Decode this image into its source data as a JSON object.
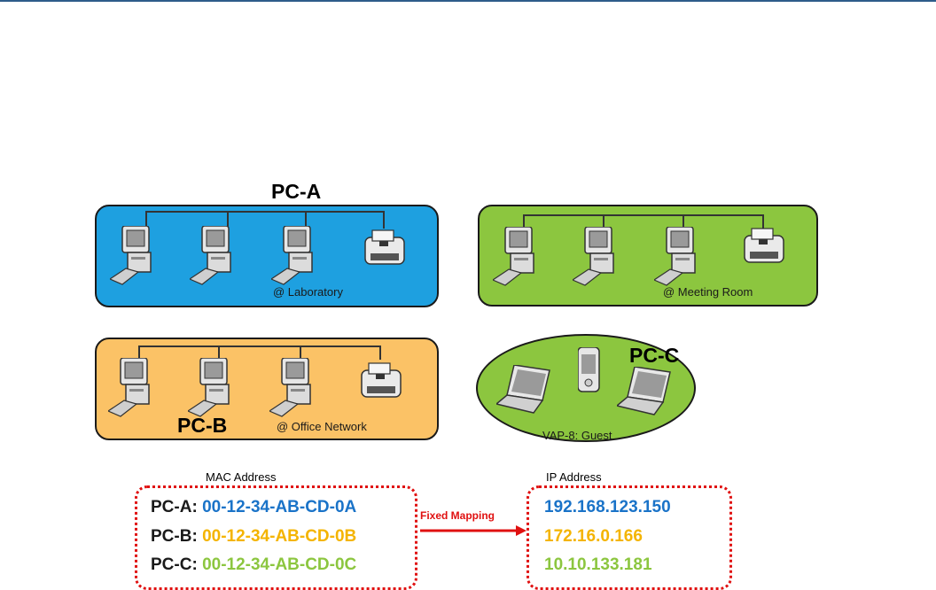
{
  "networks": {
    "laboratory": {
      "caption": "@ Laboratory"
    },
    "meeting_room": {
      "caption": "@ Meeting Room"
    },
    "office": {
      "caption": "@ Office Network"
    },
    "guest": {
      "caption": "VAP-8: Guest"
    }
  },
  "labels": {
    "pc_a": "PC-A",
    "pc_b": "PC-B",
    "pc_c": "PC-C"
  },
  "mapping": {
    "mac_header": "MAC Address",
    "ip_header": "IP Address",
    "arrow_label": "Fixed Mapping",
    "rows": [
      {
        "label": "PC-A:",
        "mac": "00-12-34-AB-CD-0A",
        "ip": "192.168.123.150",
        "color": "#1a73c8"
      },
      {
        "label": "PC-B:",
        "mac": "00-12-34-AB-CD-0B",
        "ip": "172.16.0.166",
        "color": "#f4b400"
      },
      {
        "label": "PC-C:",
        "mac": "00-12-34-AB-CD-0C",
        "ip": "10.10.133.181",
        "color": "#8cc63f"
      }
    ]
  },
  "colors": {
    "laboratory": "#1ea0e0",
    "meeting_room": "#8cc63f",
    "office": "#fbc266",
    "guest": "#8cc63f",
    "mapping_border": "#e01010"
  }
}
